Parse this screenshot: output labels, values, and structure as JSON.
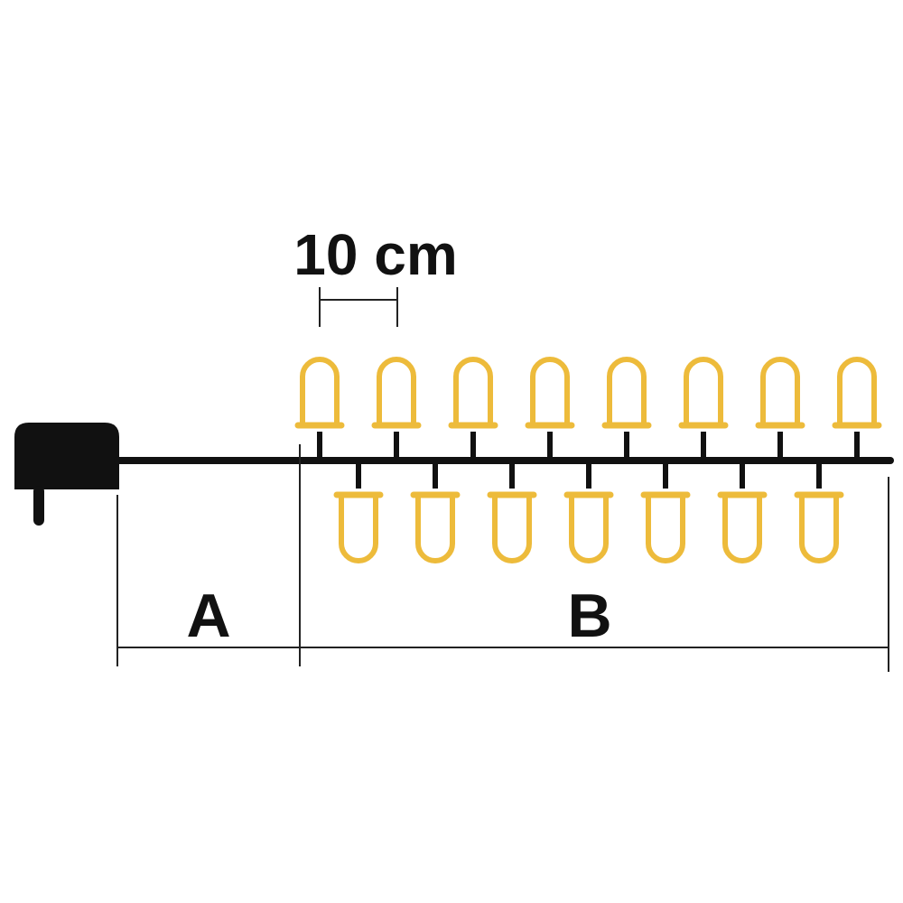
{
  "labels": {
    "spacing": "10 cm",
    "lead_length": "A",
    "lit_length": "B"
  },
  "bulbs": {
    "upper_count": 8,
    "lower_count": 7
  },
  "colors": {
    "bulb": "#EDBB3B",
    "cable": "#111111",
    "plug": "#111111",
    "dimension_line": "#222222",
    "background": "#ffffff"
  },
  "icons": {
    "power_adapter": "plug-icon",
    "bulb": "led-bulb-icon"
  }
}
